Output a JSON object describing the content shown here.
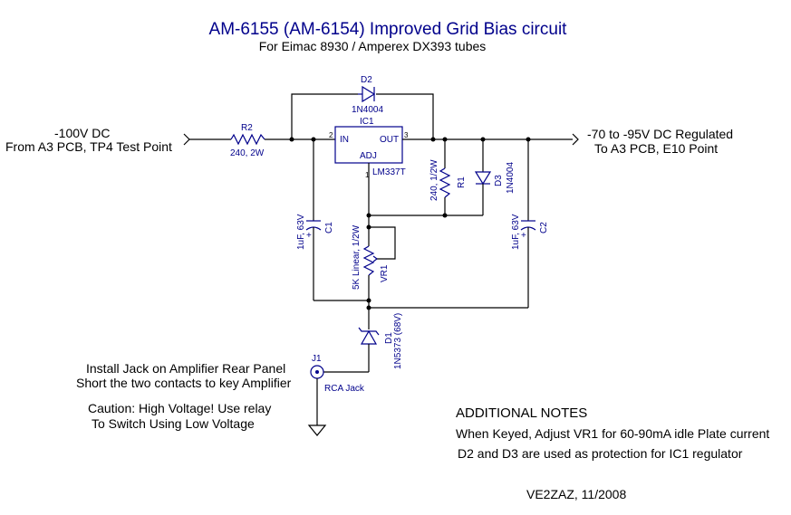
{
  "title": "AM-6155 (AM-6154) Improved Grid Bias circuit",
  "subtitle": "For Eimac 8930 / Amperex DX393 tubes",
  "input": {
    "line1": "-100V DC",
    "line2": "From A3 PCB, TP4 Test Point"
  },
  "output": {
    "line1": "-70 to -95V DC Regulated",
    "line2": "To A3 PCB, E10 Point"
  },
  "r2": {
    "ref": "R2",
    "value": "240, 2W"
  },
  "d2": {
    "ref": "D2",
    "part": "1N4004"
  },
  "ic1": {
    "ref": "IC1",
    "in_label": "IN",
    "out_label": "OUT",
    "adj_label": "ADJ",
    "part": "LM337T",
    "pin_in": "2",
    "pin_out": "3",
    "pin_adj": "1"
  },
  "r1": {
    "ref": "R1",
    "value": "240, 1/2W"
  },
  "d3": {
    "ref": "D3",
    "part": "1N4004"
  },
  "c1": {
    "ref": "C1",
    "value": "1uF, 63V"
  },
  "c2": {
    "ref": "C2",
    "value": "1uF, 63V"
  },
  "vr1": {
    "ref": "VR1",
    "value": "5K Linear, 1/2W"
  },
  "d1": {
    "ref": "D1",
    "part": "1N5373 (68V)"
  },
  "j1": {
    "ref": "J1",
    "label": "RCA Jack"
  },
  "jack_note": {
    "line1": "Install Jack on Amplifier Rear Panel",
    "line2": "Short the two contacts to key Amplifier"
  },
  "caution": {
    "line1": "Caution: High Voltage! Use relay",
    "line2": "To Switch Using Low Voltage"
  },
  "notes": {
    "heading": "ADDITIONAL NOTES",
    "line1": "When Keyed, Adjust VR1 for 60-90mA idle Plate current",
    "line2": "D2 and D3 are used as protection for IC1 regulator"
  },
  "signature": "VE2ZAZ, 11/2008"
}
